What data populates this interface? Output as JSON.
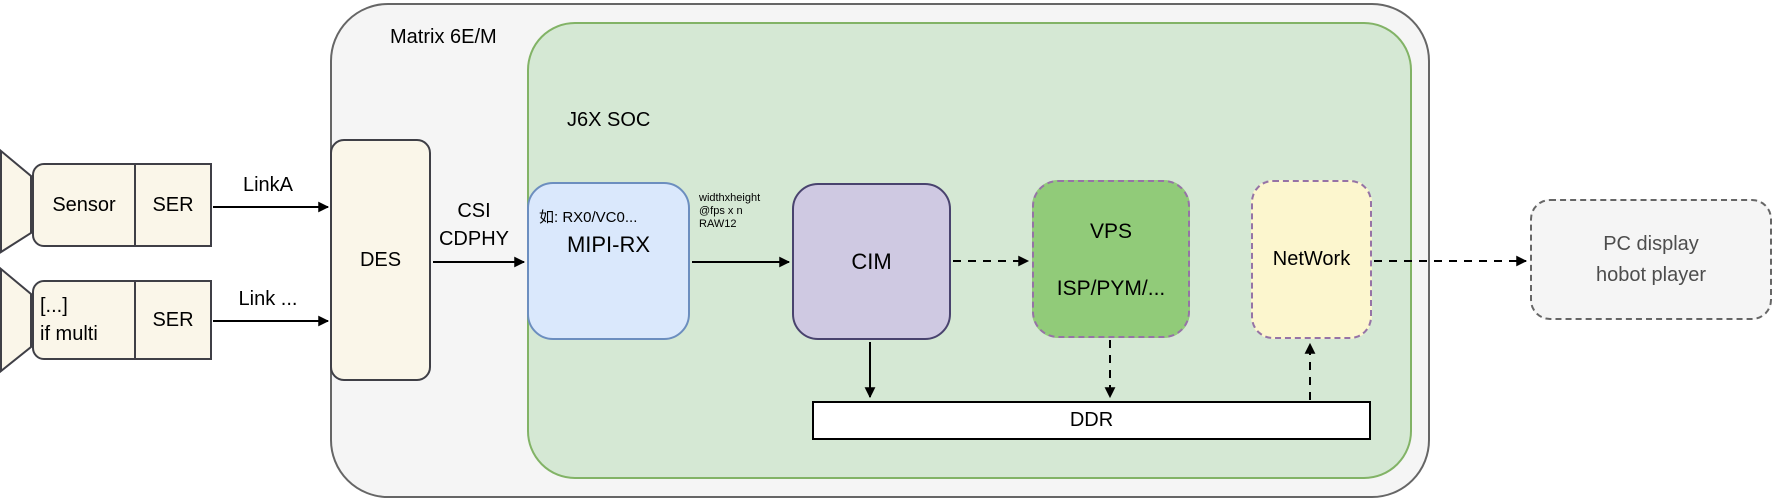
{
  "containers": {
    "matrix": {
      "label": "Matrix 6E/M"
    },
    "soc": {
      "label": "J6X SOC"
    }
  },
  "nodes": {
    "camera1": {
      "sensor": "Sensor",
      "ser": "SER"
    },
    "camera2": {
      "line1": "[...]",
      "line2": "if multi",
      "ser": "SER"
    },
    "des": {
      "label": "DES"
    },
    "mipi_rx": {
      "note": "如: RX0/VC0...",
      "label": "MIPI-RX"
    },
    "cim": {
      "label": "CIM"
    },
    "vps": {
      "line1": "VPS",
      "line2": "ISP/PYM/..."
    },
    "network": {
      "label": "NetWork"
    },
    "ddr": {
      "label": "DDR"
    },
    "pc_display": {
      "line1": "PC display",
      "line2": "hobot player"
    }
  },
  "edge_labels": {
    "link_a": "LinkA",
    "link_n": "Link ...",
    "csi_line1": "CSI",
    "csi_line2": "CDPHY",
    "format_line1": "widthxheight",
    "format_line2": "@fps x n",
    "format_line3": "RAW12"
  },
  "colors": {
    "matrix_fill": "#f5f5f5",
    "matrix_stroke": "#666666",
    "soc_fill": "#d5e8d4",
    "soc_stroke": "#82b366",
    "camera_fill": "#faf6e9",
    "camera_stroke": "#3f3f46",
    "mipi_fill": "#dae8fc",
    "mipi_stroke": "#6c8ebf",
    "cim_fill": "#cfc9e2",
    "cim_stroke": "#49436e",
    "vps_fill": "#91cb79",
    "dashed_purple_stroke": "#9673a6",
    "network_fill": "#fcf6ce",
    "pc_fill": "#f5f5f5",
    "ddr_fill": "#ffffff",
    "arrow_color": "#000000"
  }
}
